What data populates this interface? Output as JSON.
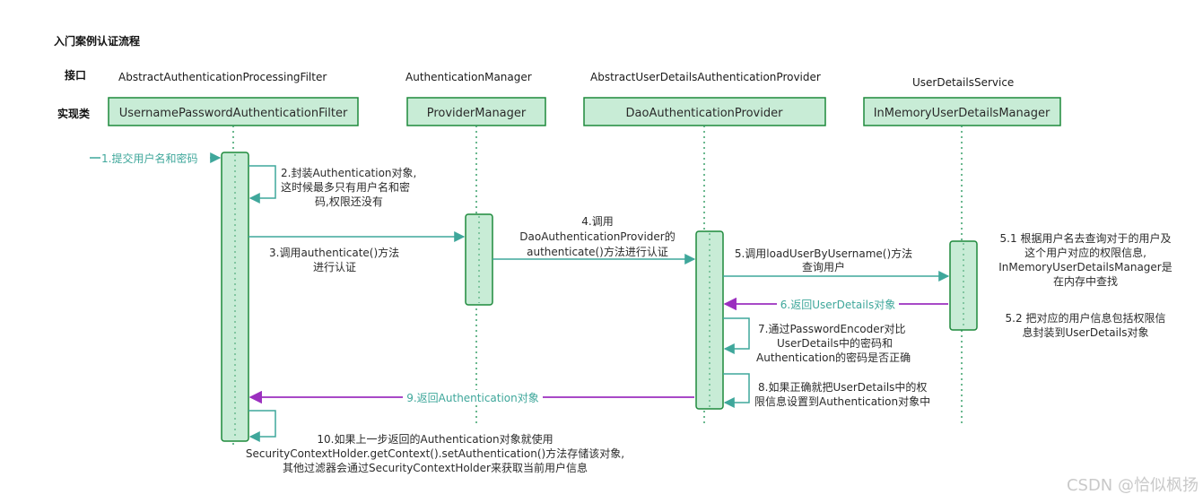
{
  "title": "入门案例认证流程",
  "row_labels": {
    "interface": "接口",
    "impl": "实现类"
  },
  "colors": {
    "box_fill": "#c8ecd6",
    "box_stroke": "#1e8a3c",
    "arrow_teal": "#3fa79b",
    "arrow_purple": "#9b2fbf",
    "lifeline": "#3aa06a"
  },
  "interfaces": [
    "AbstractAuthenticationProcessingFilter",
    "AuthenticationManager",
    "AbstractUserDetailsAuthenticationProvider",
    "UserDetailsService"
  ],
  "impls": [
    "UsernamePasswordAuthenticationFilter",
    "ProviderManager",
    "DaoAuthenticationProvider",
    "InMemoryUserDetailsManager"
  ],
  "messages": {
    "m1": "1.提交用户名和密码",
    "m2": [
      "2.封装Authentication对象,",
      "这时候最多只有用户名和密",
      "码,权限还没有"
    ],
    "m3": [
      "3.调用authenticate()方法",
      "进行认证"
    ],
    "m4": [
      "4.调用",
      "DaoAuthenticationProvider的",
      "authenticate()方法进行认证"
    ],
    "m5": [
      "5.调用loadUserByUsername()方法",
      "查询用户"
    ],
    "m51": [
      "5.1 根据用户名去查询对于的用户及",
      "这个用户对应的权限信息,",
      "InMemoryUserDetailsManager是",
      "在内存中查找"
    ],
    "m52": [
      "5.2 把对应的用户信息包括权限信",
      "息封装到UserDetails对象"
    ],
    "m6": "6.返回UserDetails对象",
    "m7": [
      "7.通过PasswordEncoder对比",
      "UserDetails中的密码和",
      "Authentication的密码是否正确"
    ],
    "m8": [
      "8.如果正确就把UserDetails中的权",
      "限信息设置到Authentication对象中"
    ],
    "m9": "9.返回Authentication对象",
    "m10": [
      "10.如果上一步返回的Authentication对象就使用",
      "SecurityContextHolder.getContext().setAuthentication()方法存储该对象,",
      "其他过滤器会通过SecurityContextHolder来获取当前用户信息"
    ]
  },
  "watermark": "CSDN @恰似枫扬"
}
